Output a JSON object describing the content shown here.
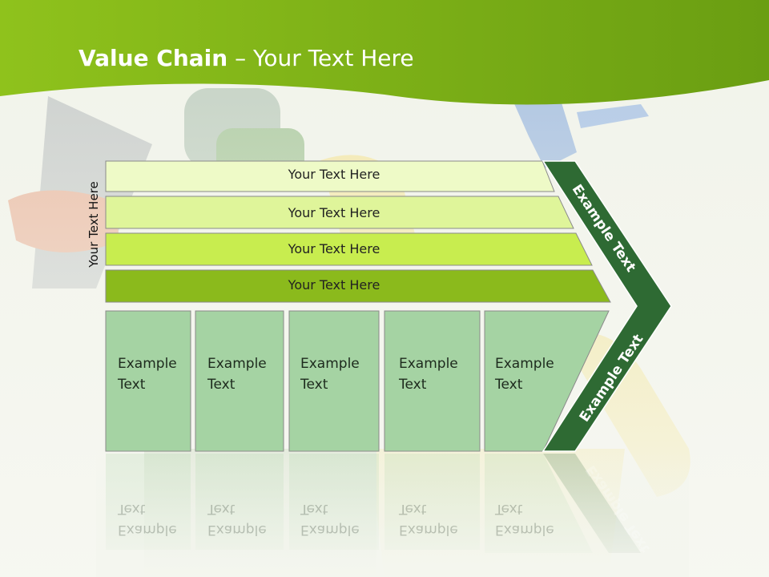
{
  "slide": {
    "title_bold": "Value Chain",
    "title_rest": " – Your Text Here",
    "vertical_label": "Your Text Here",
    "rows": [
      {
        "label": "Your Text Here"
      },
      {
        "label": "Your Text Here"
      },
      {
        "label": "Your Text Here"
      },
      {
        "label": "Your Text Here"
      }
    ],
    "columns": [
      {
        "line1": "Example",
        "line2": "Text"
      },
      {
        "line1": "Example",
        "line2": "Text"
      },
      {
        "line1": "Example",
        "line2": "Text"
      },
      {
        "line1": "Example",
        "line2": "Text"
      },
      {
        "line1": "Example",
        "line2": "Text"
      }
    ],
    "arrow_upper": "Example Text",
    "arrow_lower": "Example Text"
  },
  "colors": {
    "header_green": "#7fb21a",
    "row1": "#eefac7",
    "row2": "#dff59a",
    "row3": "#c8ed4f",
    "row4": "#8bba1c",
    "column_fill": "#a5d3a3",
    "arrow_dark": "#2e6a33"
  }
}
